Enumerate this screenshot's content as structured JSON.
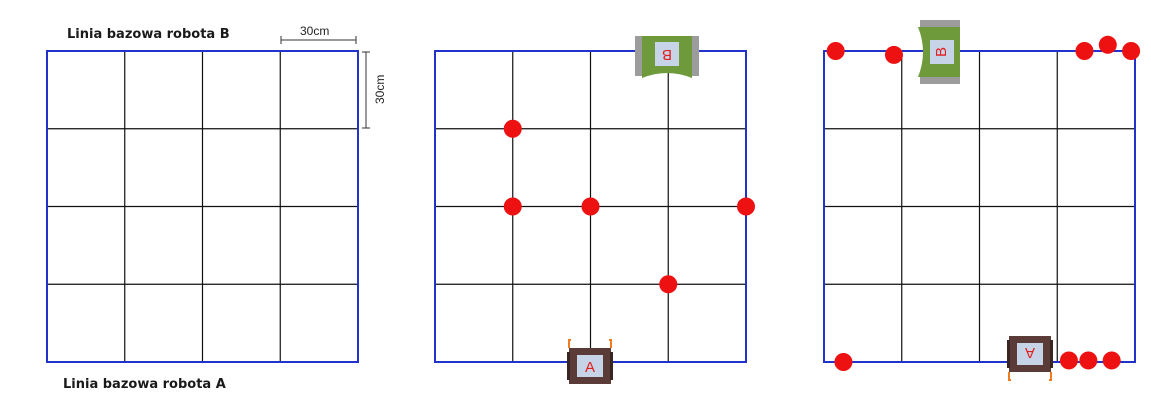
{
  "labels": {
    "baseline_b": "Linia bazowa robota B",
    "baseline_a": "Linia bazowa robota A",
    "scale_horizontal": "30cm",
    "scale_vertical": "30cm"
  },
  "robots": {
    "a_letter": "A",
    "b_letter": "B"
  },
  "colors": {
    "board_outline": "#2233cc",
    "grid_line": "#111111",
    "marker": "#ee1111",
    "robot_a_body": "#5a3b37",
    "robot_a_bracket": "#f07d1f",
    "robot_b_body": "#6f9a3b",
    "robot_b_wheels": "#9c9c9c",
    "robot_panel": "#c7d3e6",
    "robot_letter": "#e21d1d"
  },
  "boards": [
    {
      "id": "board-1",
      "cells": 4,
      "markers": []
    },
    {
      "id": "board-2",
      "cells": 4,
      "markers": [
        {
          "col": 1,
          "row": 1
        },
        {
          "col": 1,
          "row": 2
        },
        {
          "col": 2,
          "row": 2
        },
        {
          "col": 4,
          "row": 2
        },
        {
          "col": 3,
          "row": 3
        }
      ],
      "robot_b": {
        "position": "top-edge-right",
        "orientation": "upside-down"
      },
      "robot_a": {
        "position": "bottom-edge-center",
        "orientation": "upright"
      }
    },
    {
      "id": "board-3",
      "cells": 4,
      "markers": [
        {
          "col": 0.15,
          "row": 0
        },
        {
          "col": 0.9,
          "row": 0.05
        },
        {
          "col": 3.35,
          "row": 0
        },
        {
          "col": 3.65,
          "row": -0.08
        },
        {
          "col": 3.95,
          "row": 0
        },
        {
          "col": 0.25,
          "row": 4
        },
        {
          "col": 3.15,
          "row": 3.98
        },
        {
          "col": 3.4,
          "row": 3.98
        },
        {
          "col": 3.7,
          "row": 3.98
        }
      ],
      "robot_b": {
        "position": "top-edge-left",
        "orientation": "rotated"
      },
      "robot_a": {
        "position": "bottom-edge-right",
        "orientation": "rotated"
      }
    }
  ]
}
